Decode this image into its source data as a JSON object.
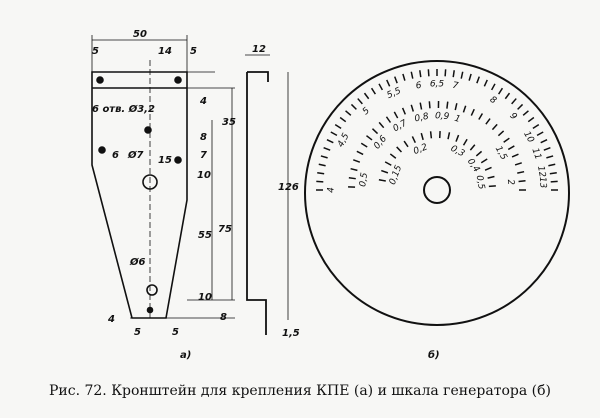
{
  "bracket": {
    "label": "а)",
    "dims": {
      "width": "50",
      "left_margin": "5",
      "hole_spacing": "14",
      "right_margin": "5",
      "band": "4",
      "holes_note": "6 отв. Ø3,2",
      "d35": "35",
      "d8": "8",
      "d7": "7",
      "d10": "10",
      "d6": "6",
      "big_hole": "Ø7",
      "d15": "15",
      "d55": "55",
      "d75": "75",
      "small_hole": "Ø6",
      "d10b": "10",
      "d8b": "8",
      "d4": "4",
      "d5a": "5",
      "d5b": "5"
    },
    "side": {
      "top": "12",
      "height": "126",
      "thickness": "1,5"
    }
  },
  "dial": {
    "label": "б)",
    "outer_scale": [
      "4",
      "4,5",
      "5",
      "5,5",
      "6",
      "6,5",
      "7",
      "8",
      "9",
      "10",
      "11",
      "12",
      "13"
    ],
    "middle_scale": [
      "0,5",
      "0,6",
      "0,7",
      "0,8",
      "0,9",
      "1",
      "1,5",
      "2"
    ],
    "inner_scale": [
      "0,15",
      "0,2",
      "0,3",
      "0,4",
      "0,5"
    ]
  },
  "caption": "Рис. 72. Кронштейн для крепления КПЕ (а) и шкала генератора (б)"
}
